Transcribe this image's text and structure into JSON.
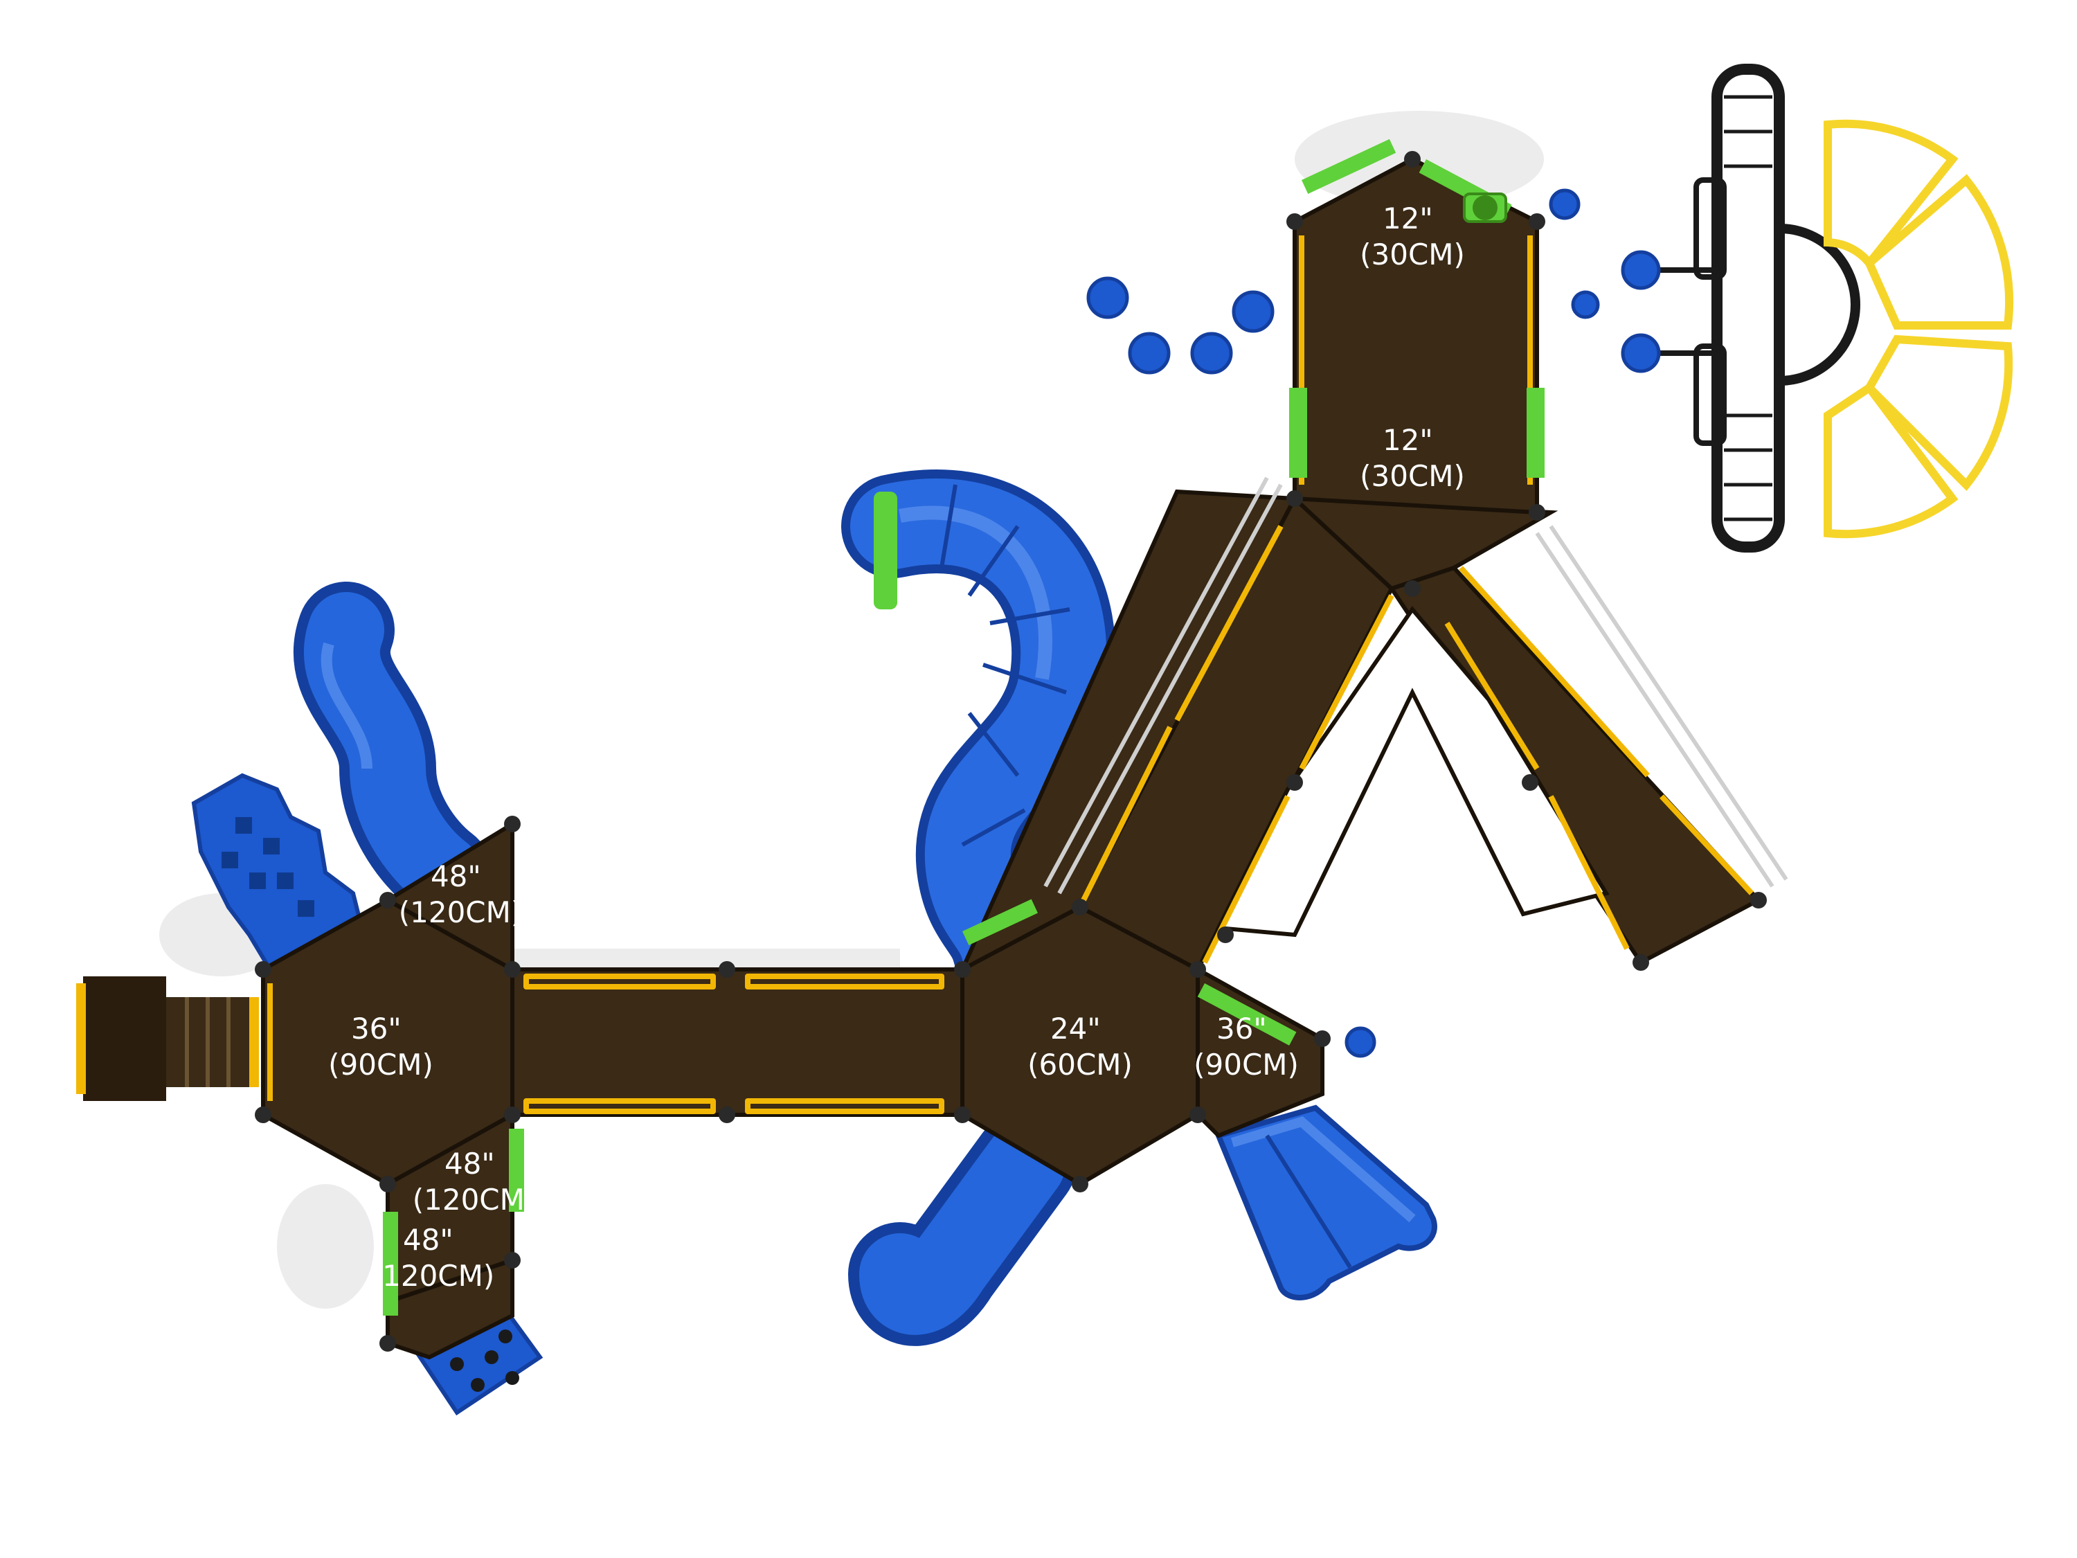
{
  "diagram": {
    "type": "playground-top-view",
    "colors": {
      "deck": "#3a2a16",
      "deck_edge": "#1a1208",
      "trim": "#f2b705",
      "slide_blue": "#1f5fd6",
      "slide_blue_dark": "#143f9e",
      "accent_green": "#5fd13a",
      "climber_yellow": "#f6d52a",
      "frame_black": "#1a1a1a",
      "shadow": "#e4e4e4"
    },
    "height_labels": [
      {
        "id": "top-tip",
        "line1": "12\"",
        "line2": "(30CM)"
      },
      {
        "id": "top-mid",
        "line1": "12\"",
        "line2": "(30CM)"
      },
      {
        "id": "left-hex",
        "line1": "36\"",
        "line2": "(90CM)"
      },
      {
        "id": "upper-left",
        "line1": "48\"",
        "line2": "(120CM)"
      },
      {
        "id": "lower-left-1",
        "line1": "48\"",
        "line2": "(120CM)"
      },
      {
        "id": "lower-left-2",
        "line1": "48\"",
        "line2": "(120CM)"
      },
      {
        "id": "center-hex",
        "line1": "24\"",
        "line2": "(60CM)"
      },
      {
        "id": "right-deck",
        "line1": "36\"",
        "line2": "(90CM)"
      }
    ]
  }
}
